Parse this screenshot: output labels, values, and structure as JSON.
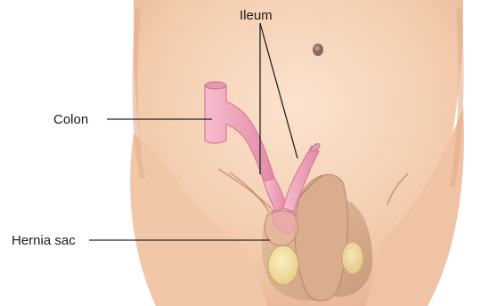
{
  "labels": {
    "ileum": "Ileum",
    "colon": "Colon",
    "hernia_sac": "Hernia sac"
  },
  "colors": {
    "skin": "#f5d2b6",
    "skin_shadow": "#e7b79a",
    "bowel": "#f2a7bd",
    "bowel_dark": "#d9809c",
    "sac": "#ecc9a4",
    "sac_light": "#f4e0a8",
    "leader": "#222222"
  }
}
